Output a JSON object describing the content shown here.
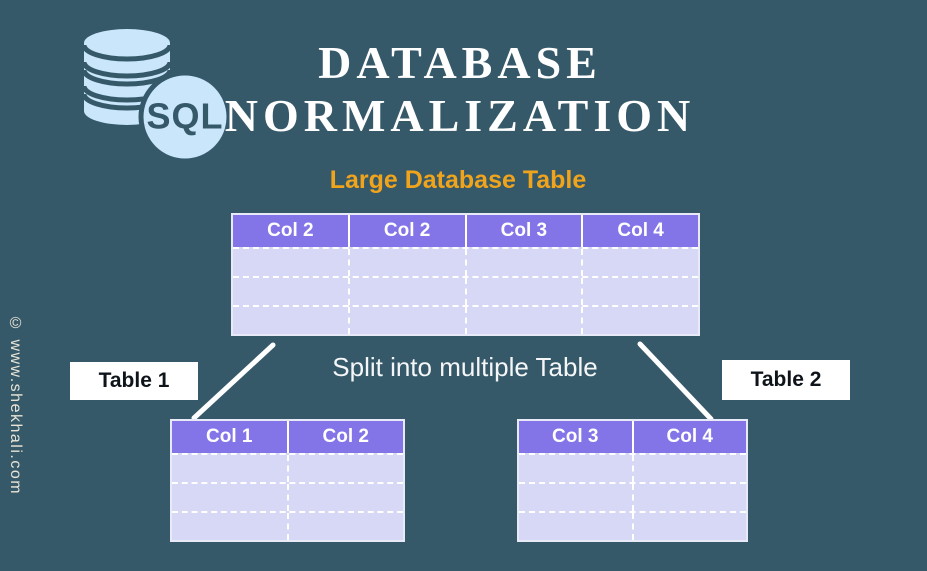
{
  "page": {
    "watermark": "© www.shekhali.com"
  },
  "header": {
    "logo": {
      "icon": "sql-database-icon",
      "sql_label": "SQL"
    },
    "title_line1": "DATABASE",
    "title_line2": "NORMALIZATION"
  },
  "captions": {
    "subtitle": "Large Database Table",
    "split_note": "Split into multiple Table",
    "table1_label": "Table 1",
    "table2_label": "Table 2"
  },
  "colors": {
    "background_color": "#36596a",
    "title_white": "#ffffff",
    "accent_orange": "#f0a41c",
    "table_header_purple": "#8375e8",
    "table_row_lavender": "#d7d7f6",
    "icon_blue": "#c9e6fa",
    "connector_white": "#ffffff",
    "label_box_white": "#ffffff"
  },
  "tables": {
    "large": {
      "columns": [
        "Col 2",
        "Col 2",
        "Col 3",
        "Col 4"
      ],
      "empty_rows": 3
    },
    "table1": {
      "columns": [
        "Col 1",
        "Col 2"
      ],
      "empty_rows": 3
    },
    "table2": {
      "columns": [
        "Col 3",
        "Col 4"
      ],
      "empty_rows": 3
    }
  }
}
